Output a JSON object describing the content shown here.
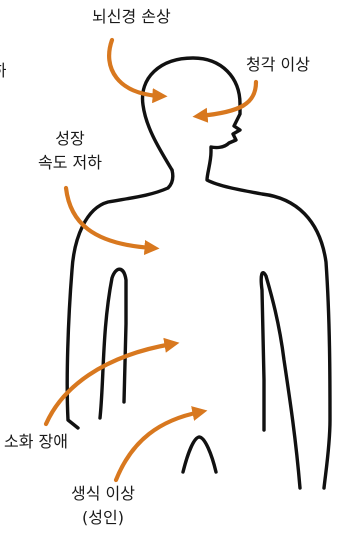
{
  "figure": {
    "labels": {
      "brain_damage": "뇌신경 손상",
      "hearing": "청각 이상",
      "cut_off_text": "하",
      "growth_line1": "성장",
      "growth_line2": "속도 저하",
      "digestive": "소화 장애",
      "repro_line1": "생식 이상",
      "repro_line2": "(성인)"
    },
    "colors": {
      "arrow": "#d8781f",
      "outline": "#111111",
      "text": "#1a1a1a"
    }
  }
}
